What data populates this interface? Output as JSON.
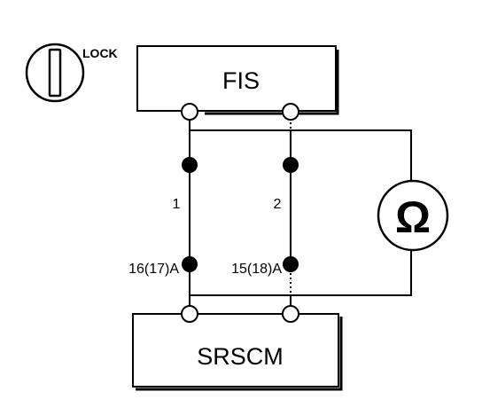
{
  "key_switch": {
    "label": "LOCK",
    "icon": "ignition-key-icon"
  },
  "fis": {
    "label": "FIS"
  },
  "srscm": {
    "label": "SRSCM"
  },
  "meter": {
    "symbol": "Ω",
    "icon": "ohmmeter-icon"
  },
  "wires": {
    "left": {
      "number": "1",
      "pin_label": "16(17)A"
    },
    "right": {
      "number": "2",
      "pin_label": "15(18)A"
    }
  }
}
